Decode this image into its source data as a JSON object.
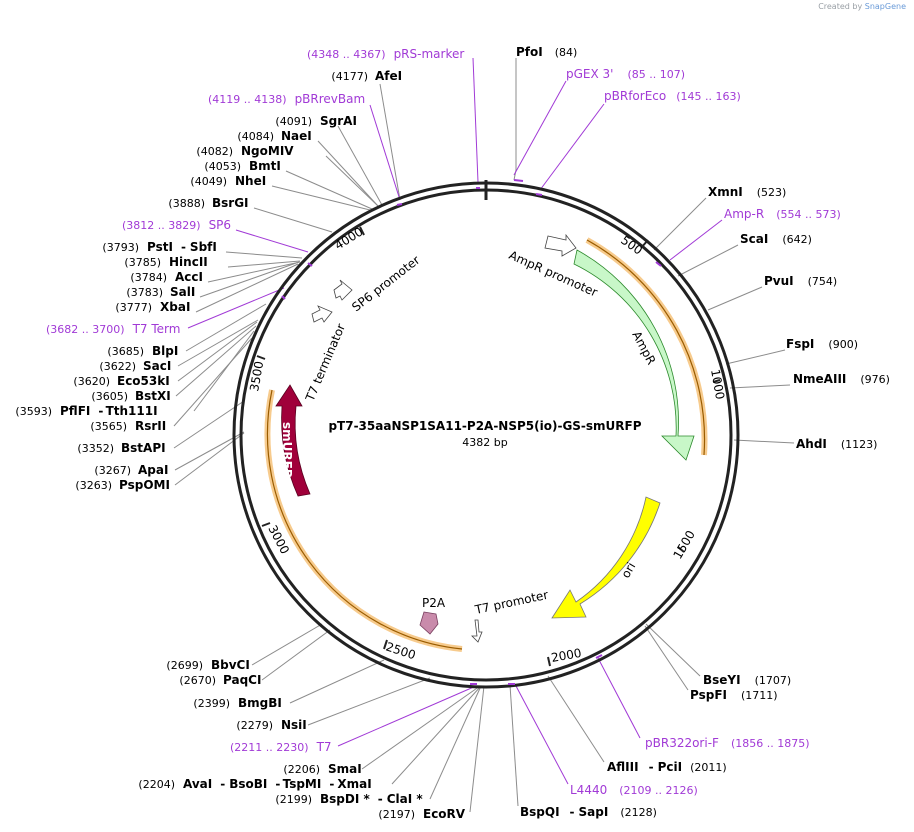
{
  "credit": {
    "prefix": "Created by",
    "brand": "SnapGene"
  },
  "plasmid": {
    "name": "pT7-35aaNSP1SA11-P2A-NSP5(io)-GS-smURFP",
    "size_label": "4382 bp",
    "length": 4382
  },
  "colors": {
    "purple": "#a13ad6",
    "leader": "#8c8c8c",
    "ampr": "#c8f7c8",
    "ori": "#ffff00",
    "smurfp": "#a0003a",
    "p2a": "#c98bab",
    "orange": "#f0a030"
  },
  "ticks": [
    "500",
    "1000",
    "1500",
    "2000",
    "2500",
    "3000",
    "3500",
    "4000"
  ],
  "sites_right": [
    {
      "name": "PfoI",
      "pos": "(84)"
    },
    {
      "name": "XmnI",
      "pos": "(523)"
    },
    {
      "name": "ScaI",
      "pos": "(642)"
    },
    {
      "name": "PvuI",
      "pos": "(754)"
    },
    {
      "name": "FspI",
      "pos": "(900)"
    },
    {
      "name": "NmeAIII",
      "pos": "(976)"
    },
    {
      "name": "AhdI",
      "pos": "(1123)"
    },
    {
      "name": "BseYI",
      "pos": "(1707)"
    },
    {
      "name": "PspFI",
      "pos": "(1711)"
    },
    {
      "name": "AflIII",
      "sep": "-",
      "name2": "PciI",
      "pos": "(2011)"
    },
    {
      "name": "BspQI",
      "sep": "-",
      "name2": "SapI",
      "pos": "(2128)"
    }
  ],
  "sites_left": [
    {
      "name": "AfeI",
      "pos": "(4177)"
    },
    {
      "name": "SgrAI",
      "pos": "(4091)"
    },
    {
      "name": "NaeI",
      "pos": "(4084)"
    },
    {
      "name": "NgoMIV",
      "pos": "(4082)"
    },
    {
      "name": "BmtI",
      "pos": "(4053)"
    },
    {
      "name": "NheI",
      "pos": "(4049)"
    },
    {
      "name": "BsrGI",
      "pos": "(3888)"
    },
    {
      "name": "PstI",
      "sep": "-",
      "name2": "SbfI",
      "pos": "(3793)"
    },
    {
      "name": "HincII",
      "pos": "(3785)"
    },
    {
      "name": "AccI",
      "pos": "(3784)"
    },
    {
      "name": "SalI",
      "pos": "(3783)"
    },
    {
      "name": "XbaI",
      "pos": "(3777)"
    },
    {
      "name": "BlpI",
      "pos": "(3685)"
    },
    {
      "name": "SacI",
      "pos": "(3622)"
    },
    {
      "name": "Eco53kI",
      "pos": "(3620)"
    },
    {
      "name": "BstXI",
      "pos": "(3605)"
    },
    {
      "name": "PflFI",
      "sep": "-",
      "name2": "Tth111I",
      "pos": "(3593)"
    },
    {
      "name": "RsrII",
      "pos": "(3565)"
    },
    {
      "name": "BstAPI",
      "pos": "(3352)"
    },
    {
      "name": "ApaI",
      "pos": "(3267)"
    },
    {
      "name": "PspOMI",
      "pos": "(3263)"
    }
  ],
  "sites_bottom": [
    {
      "name": "BbvCI",
      "pos": "(2699)"
    },
    {
      "name": "PaqCI",
      "pos": "(2670)"
    },
    {
      "name": "BmgBI",
      "pos": "(2399)"
    },
    {
      "name": "NsiI",
      "pos": "(2279)"
    },
    {
      "name": "SmaI",
      "pos": "(2206)"
    },
    {
      "name": "AvaI",
      "sep": "-",
      "name2": "BsoBI",
      "sep2": "-",
      "name3": "TspMI",
      "sep3": "-",
      "name4": "XmaI",
      "pos": "(2204)"
    },
    {
      "name": "BspDI *",
      "sep": "-",
      "name2": "ClaI *",
      "pos": "(2199)"
    },
    {
      "name": "EcoRV",
      "pos": "(2197)"
    }
  ],
  "primers": [
    {
      "name": "pRS-marker",
      "range": "(4348 .. 4367)"
    },
    {
      "name": "pGEX 3'",
      "range": "(85 .. 107)"
    },
    {
      "name": "pBRforEco",
      "range": "(145 .. 163)"
    },
    {
      "name": "pBRrevBam",
      "range": "(4119 .. 4138)"
    },
    {
      "name": "Amp-R",
      "range": "(554 .. 573)"
    },
    {
      "name": "SP6",
      "range": "(3812 .. 3829)"
    },
    {
      "name": "T7 Term",
      "range": "(3682 .. 3700)"
    },
    {
      "name": "pBR322ori-F",
      "range": "(1856 .. 1875)"
    },
    {
      "name": "L4440",
      "range": "(2109 .. 2126)"
    },
    {
      "name": "T7",
      "range": "(2211 .. 2230)"
    }
  ],
  "features": {
    "ampr": "AmpR",
    "ampr_promoter": "AmpR promoter",
    "ori": "ori",
    "smurfp": "smURFP",
    "p2a": "P2A",
    "t7_promoter": "T7 promoter",
    "t7_terminator": "T7 terminator",
    "sp6_promoter": "SP6 promoter"
  }
}
